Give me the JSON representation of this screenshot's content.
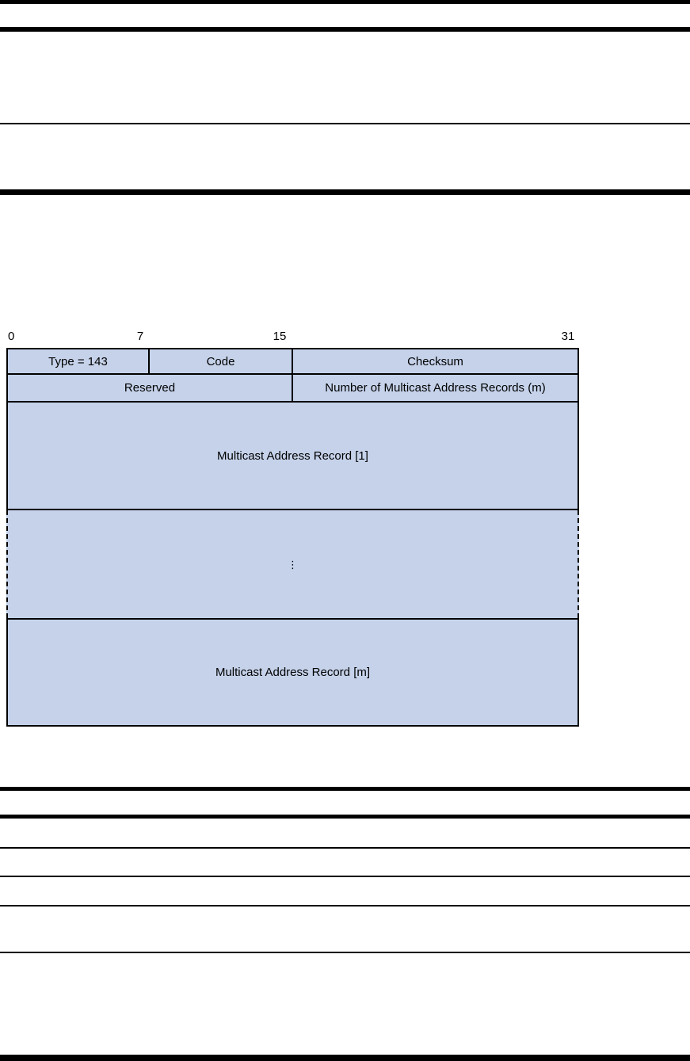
{
  "colors": {
    "diagram-fill": "#c5d2ea",
    "diagram-border": "#000000",
    "rule-color": "#000000",
    "page-bg": "#ffffff",
    "text-color": "#000000"
  },
  "diagram": {
    "bit_scale": {
      "labels": [
        "0",
        "7",
        "15",
        "31"
      ]
    },
    "header_fields": {
      "type": "Type = 143",
      "code": "Code",
      "checksum": "Checksum",
      "reserved": "Reserved",
      "num_records": "Number of Multicast Address Records (m)"
    },
    "records": {
      "first": "Multicast Address Record [1]",
      "ellipsis": "⋮",
      "last": "Multicast Address Record [m]"
    }
  }
}
